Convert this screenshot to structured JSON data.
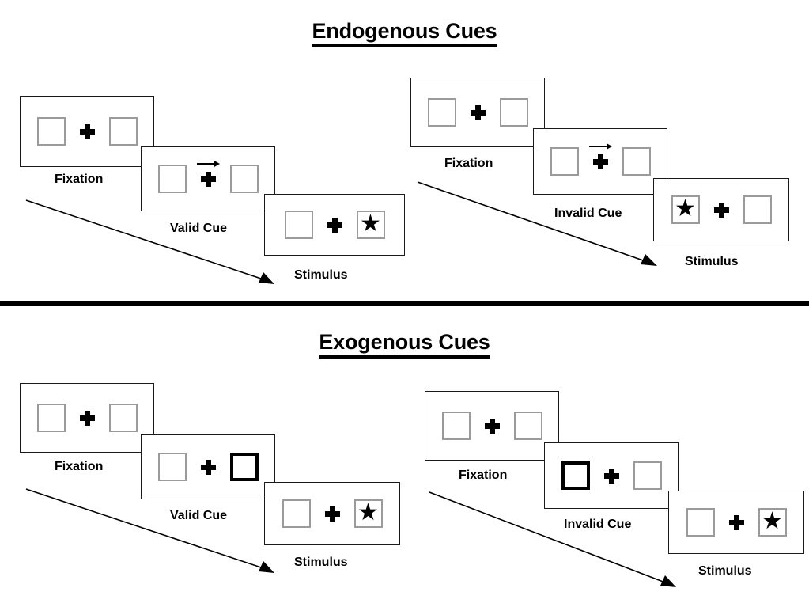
{
  "sections": [
    {
      "id": "endogenous",
      "title": "Endogenous Cues",
      "columns": [
        {
          "id": "endogenous-valid",
          "condition_label": "Valid Cue",
          "frames": [
            {
              "stage": "Fixation",
              "caption": "Fixation",
              "left_box": "empty",
              "right_box": "empty",
              "cue": "none",
              "cue_direction": ""
            },
            {
              "stage": "Cue",
              "caption": "Valid Cue",
              "left_box": "empty",
              "right_box": "empty",
              "cue": "arrow",
              "cue_direction": "right"
            },
            {
              "stage": "Stimulus",
              "caption": "Stimulus",
              "left_box": "empty",
              "right_box": "star",
              "cue": "none",
              "cue_direction": ""
            }
          ]
        },
        {
          "id": "endogenous-invalid",
          "condition_label": "Invalid Cue",
          "frames": [
            {
              "stage": "Fixation",
              "caption": "Fixation",
              "left_box": "empty",
              "right_box": "empty",
              "cue": "none",
              "cue_direction": ""
            },
            {
              "stage": "Cue",
              "caption": "Invalid Cue",
              "left_box": "empty",
              "right_box": "empty",
              "cue": "arrow",
              "cue_direction": "right"
            },
            {
              "stage": "Stimulus",
              "caption": "Stimulus",
              "left_box": "star",
              "right_box": "empty",
              "cue": "none",
              "cue_direction": ""
            }
          ]
        }
      ]
    },
    {
      "id": "exogenous",
      "title": "Exogenous Cues",
      "columns": [
        {
          "id": "exogenous-valid",
          "condition_label": "Valid Cue",
          "frames": [
            {
              "stage": "Fixation",
              "caption": "Fixation",
              "left_box": "empty",
              "right_box": "empty",
              "cue": "none",
              "cue_direction": ""
            },
            {
              "stage": "Cue",
              "caption": "Valid Cue",
              "left_box": "empty",
              "right_box": "highlight",
              "cue": "highlight",
              "cue_direction": "right"
            },
            {
              "stage": "Stimulus",
              "caption": "Stimulus",
              "left_box": "empty",
              "right_box": "star",
              "cue": "none",
              "cue_direction": ""
            }
          ]
        },
        {
          "id": "exogenous-invalid",
          "condition_label": "Invalid Cue",
          "frames": [
            {
              "stage": "Fixation",
              "caption": "Fixation",
              "left_box": "empty",
              "right_box": "empty",
              "cue": "none",
              "cue_direction": ""
            },
            {
              "stage": "Cue",
              "caption": "Invalid Cue",
              "left_box": "highlight",
              "right_box": "empty",
              "cue": "highlight",
              "cue_direction": "left"
            },
            {
              "stage": "Stimulus",
              "caption": "Stimulus",
              "left_box": "empty",
              "right_box": "star",
              "cue": "none",
              "cue_direction": ""
            }
          ]
        }
      ]
    }
  ],
  "glyphs": {
    "star": "★",
    "fixation_cross": "plus-sign",
    "cue_arrow": "right-arrow"
  },
  "colors": {
    "ink": "#000000",
    "panel_border": "#1a1a1a",
    "box_border": "#9b9b9b",
    "box_border_cued": "#000000",
    "background": "#ffffff"
  }
}
